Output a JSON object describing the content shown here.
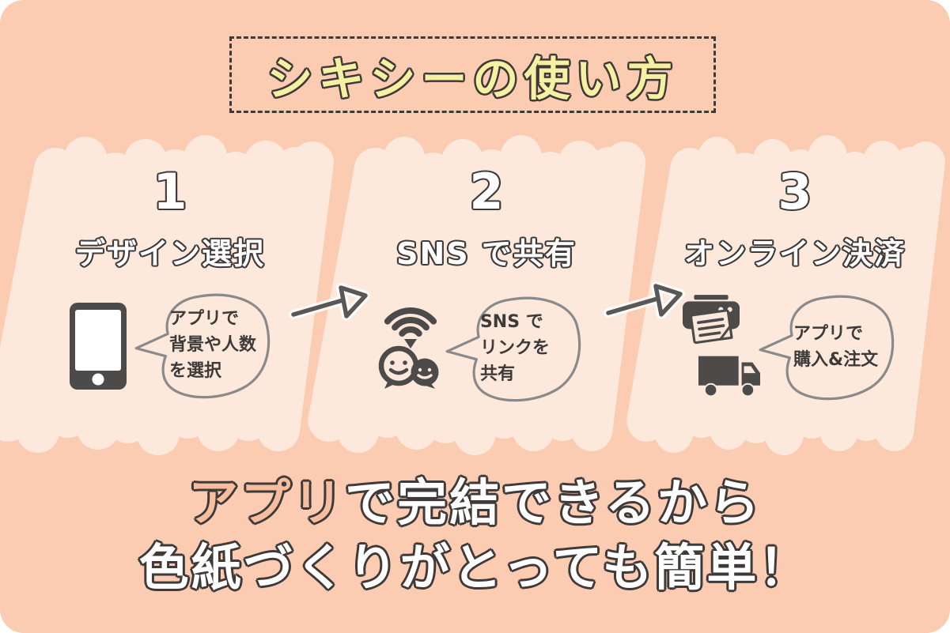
{
  "title": "シキシーの使い方",
  "steps": [
    {
      "number": "1",
      "title": "デザイン選択",
      "icon": "smartphone-icon",
      "lines": [
        "アプリで",
        "背景や人数",
        "を選択"
      ]
    },
    {
      "number": "2",
      "title": "SNS で共有",
      "icon": "sns-share-icon",
      "lines": [
        "SNS で",
        "リンクを",
        "共有"
      ]
    },
    {
      "number": "3",
      "title": "オンライン決済",
      "icon": "printer-and-delivery-truck-icon",
      "lines": [
        "アプリで",
        "購入&注文"
      ]
    }
  ],
  "footer": {
    "line1_highlight": "アプリ",
    "line1_rest": "で完結できるから",
    "line2": "色紙づくりがとっても簡単！"
  },
  "colors": {
    "background": "#FBCBB2",
    "panel": "#FCE9DC",
    "ink": "#3E3A39",
    "icon": "#4D4B49",
    "title_yellow": "#F6F0A2",
    "highlight_peach": "#F6BE9E",
    "bubble_border": "#8A8A8A",
    "arrow": "#595757"
  }
}
